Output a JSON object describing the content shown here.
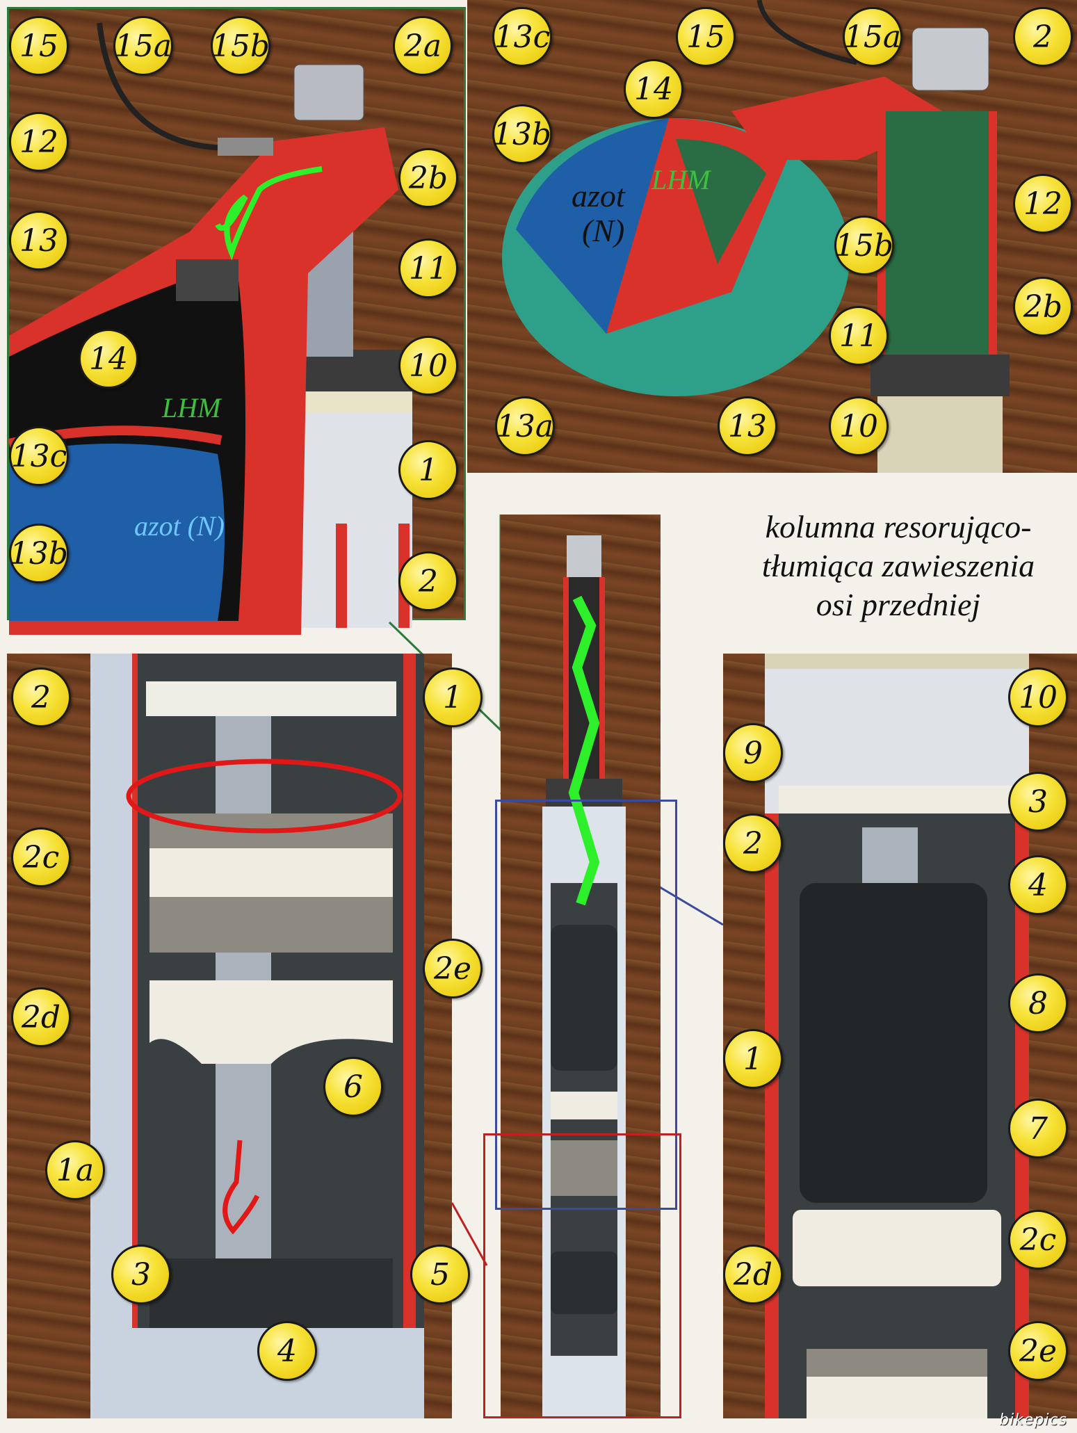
{
  "caption": {
    "line1": "kolumna resorująco-",
    "line2": "tłumiąca zawieszenia",
    "line3": "osi przedniej"
  },
  "panel1": {
    "tags": {
      "lhm": "LHM",
      "azot": "azot (N)"
    },
    "labels": {
      "l15": "15",
      "l15a": "15a",
      "l15b": "15b",
      "l2a": "2a",
      "l12": "12",
      "l2b": "2b",
      "l13": "13",
      "l11": "11",
      "l14": "14",
      "l10": "10",
      "l13c": "13c",
      "l1": "1",
      "l13b": "13b",
      "l2": "2"
    }
  },
  "panel2": {
    "tags": {
      "azot": "azot",
      "azot2": "(N)",
      "lhm": "LHM"
    },
    "labels": {
      "l13c": "13c",
      "l15": "15",
      "l15a": "15a",
      "l2": "2",
      "l14": "14",
      "l13b": "13b",
      "l12": "12",
      "l15b": "15b",
      "l2b": "2b",
      "l11": "11",
      "l13a": "13a",
      "l13": "13",
      "l10": "10"
    }
  },
  "panel3": {
    "labels": {
      "l2": "2",
      "l1": "1",
      "l2c": "2c",
      "l2d": "2d",
      "l2e": "2e",
      "l6": "6",
      "l1a": "1a",
      "l3": "3",
      "l4": "4",
      "l5": "5"
    }
  },
  "panel5": {
    "labels": {
      "l10": "10",
      "l9": "9",
      "l3": "3",
      "l2": "2",
      "l4": "4",
      "l8": "8",
      "l1": "1",
      "l7": "7",
      "l2c": "2c",
      "l2d": "2d",
      "l2e": "2e"
    }
  },
  "watermark": "bikepics",
  "colors": {
    "red": "#d8322a",
    "green": "#2ef02a",
    "label": "#f7e33a",
    "nitrogen": "#1f5fa8",
    "sphere": "#2e9f88"
  }
}
